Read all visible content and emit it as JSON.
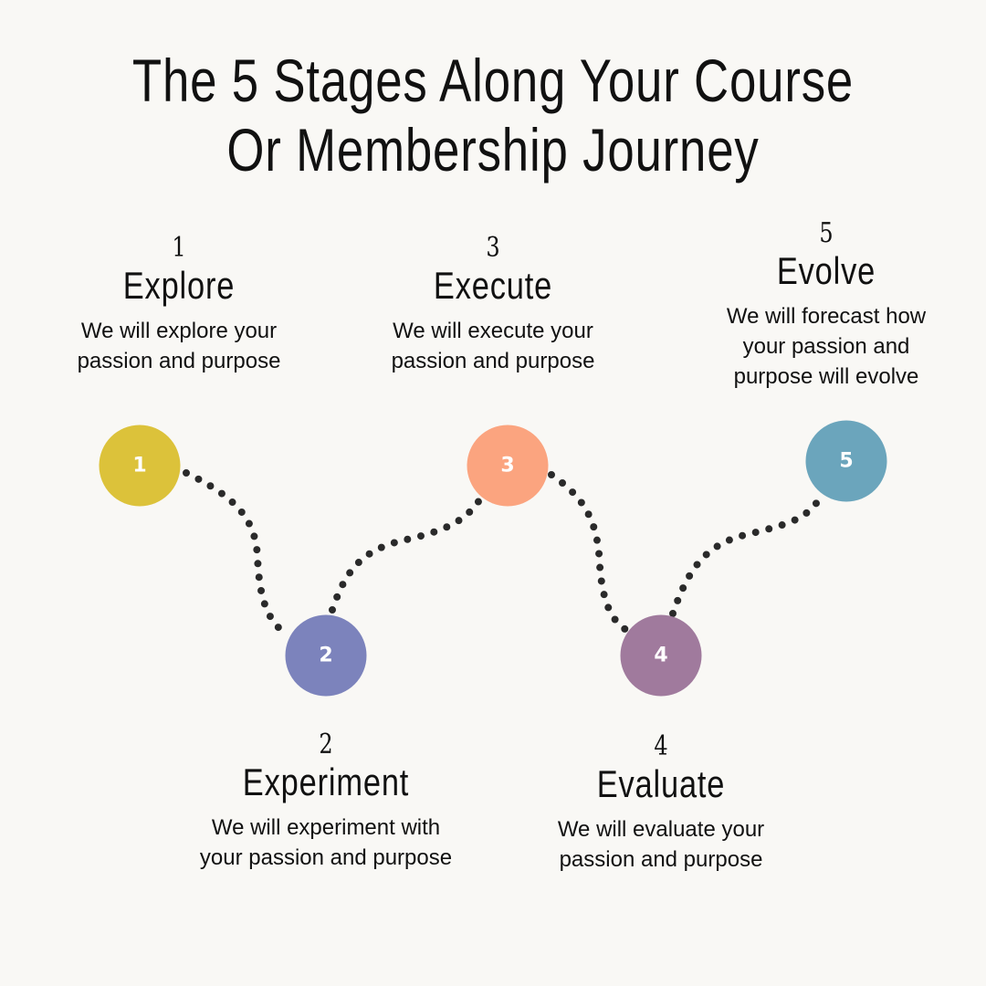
{
  "title": {
    "line1": "The 5 Stages Along Your Course",
    "line2": "Or Membership Journey"
  },
  "colors": {
    "background": "#F9F8F5",
    "path": "#2A2A2A"
  },
  "stages": [
    {
      "number": "1",
      "name": "Explore",
      "desc1": "We will explore your",
      "desc2": "passion and purpose",
      "desc3": "",
      "color": "#DCC23A"
    },
    {
      "number": "2",
      "name": "Experiment",
      "desc1": "We will experiment with",
      "desc2": "your passion and purpose",
      "desc3": "",
      "color": "#7C83BC"
    },
    {
      "number": "3",
      "name": "Execute",
      "desc1": "We will execute your",
      "desc2": "passion and purpose",
      "desc3": "",
      "color": "#FBA47F"
    },
    {
      "number": "4",
      "name": "Evaluate",
      "desc1": "We will evaluate your",
      "desc2": "passion and purpose",
      "desc3": "",
      "color": "#A07A9D"
    },
    {
      "number": "5",
      "name": "Evolve",
      "desc1": "We will forecast how",
      "desc2": "your passion and",
      "desc3": "purpose will evolve",
      "color": "#6BA5BC"
    }
  ]
}
